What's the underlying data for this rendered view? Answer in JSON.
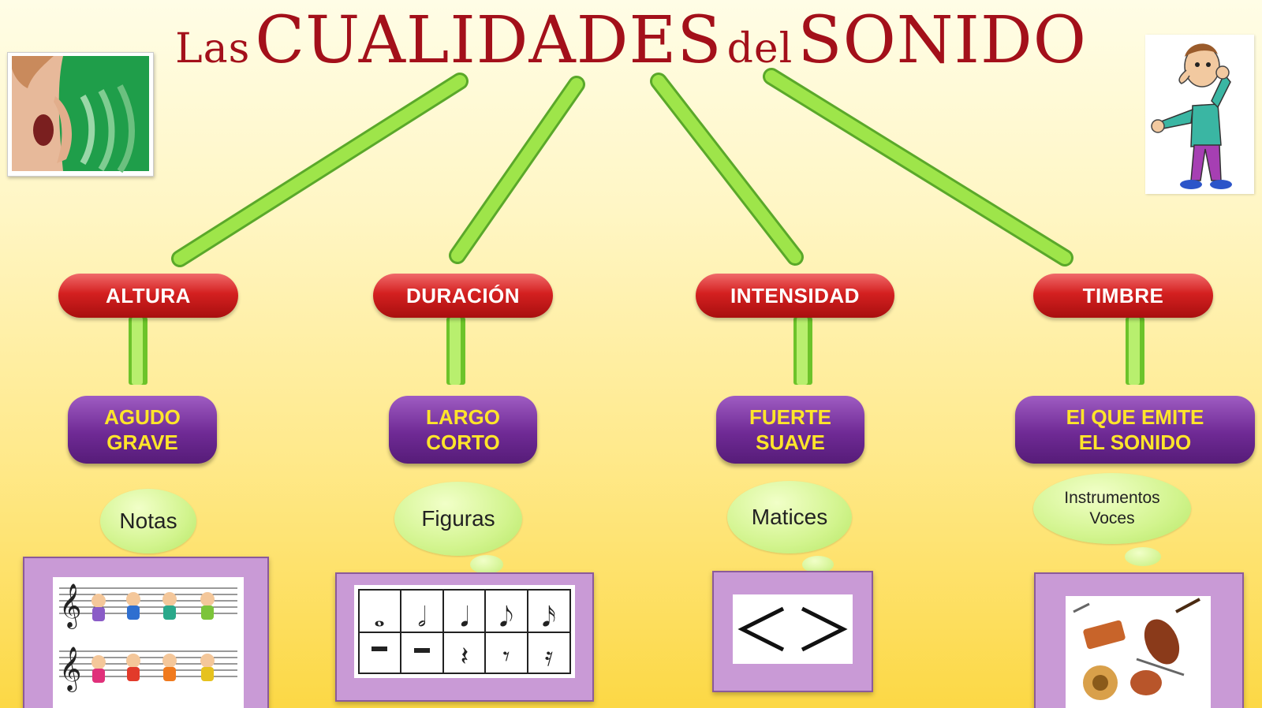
{
  "title": {
    "part1": "Las",
    "part2": "CUALIDADES",
    "part3": "del",
    "part4": "SONIDO"
  },
  "columns": [
    {
      "quality": "ALTURA",
      "values": [
        "AGUDO",
        "GRAVE"
      ],
      "bubble": [
        "Notas"
      ]
    },
    {
      "quality": "DURACIÓN",
      "values": [
        "LARGO",
        "CORTO"
      ],
      "bubble": [
        "Figuras"
      ]
    },
    {
      "quality": "INTENSIDAD",
      "values": [
        "FUERTE",
        "SUAVE"
      ],
      "bubble": [
        "Matices"
      ]
    },
    {
      "quality": "TIMBRE",
      "values": [
        "El QUE EMITE",
        "EL SONIDO"
      ],
      "bubble": [
        "Instrumentos",
        "Voces"
      ]
    }
  ],
  "colors": {
    "title": "#a3101a",
    "pill": "#d42020",
    "box": "#6f2a95",
    "box_text": "#ffe52a",
    "connector": "#8fdc3c",
    "frame": "#c99ad6"
  },
  "icons": [
    "shouting-woman-photo",
    "listening-man-cartoon",
    "music-staff-children-icon",
    "note-figures-table-icon",
    "dynamics-crescendo-decrescendo-icon",
    "musical-instruments-icon"
  ]
}
